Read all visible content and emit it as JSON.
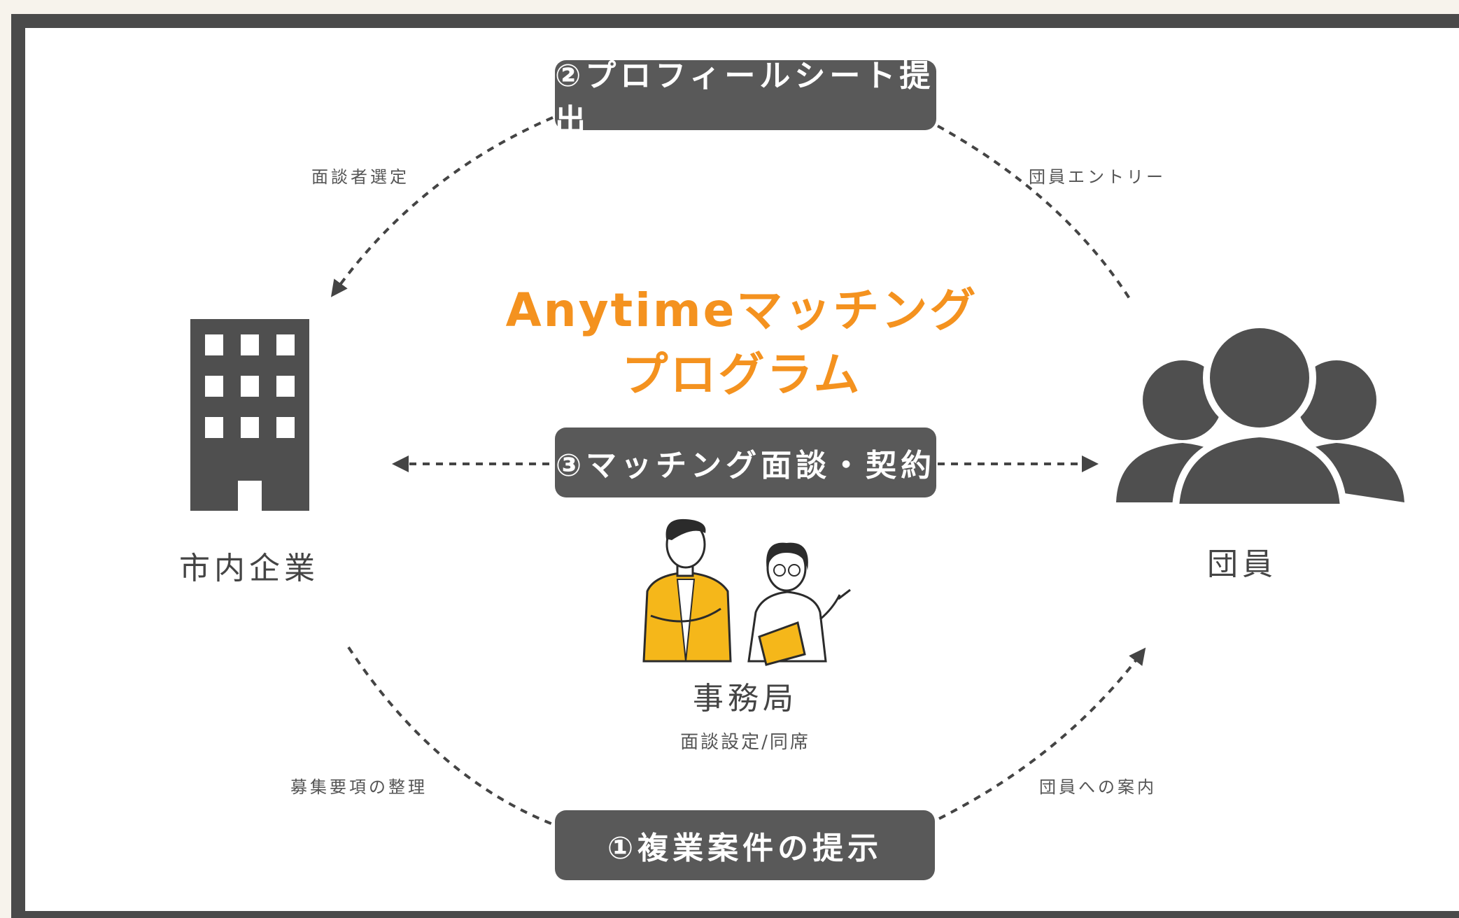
{
  "title": {
    "line1": "Anytimeマッチング",
    "line2": "プログラム"
  },
  "steps": {
    "step1": "①複業案件の提示",
    "step2": "②プロフィールシート提出",
    "step3": "③マッチング面談・契約"
  },
  "nodes": {
    "company": "市内企業",
    "members": "団員",
    "office": "事務局",
    "office_sub": "面談設定/同席"
  },
  "edge_labels": {
    "top_left": "面談者選定",
    "top_right": "団員エントリー",
    "bottom_left": "募集要項の整理",
    "bottom_right": "団員への案内"
  },
  "colors": {
    "accent": "#f4921f",
    "box": "#595959",
    "icon": "#4f4f4f",
    "figure_yellow": "#f5b71a"
  },
  "icons": [
    "office-building-icon",
    "people-group-icon",
    "staff-illustration-icon"
  ]
}
